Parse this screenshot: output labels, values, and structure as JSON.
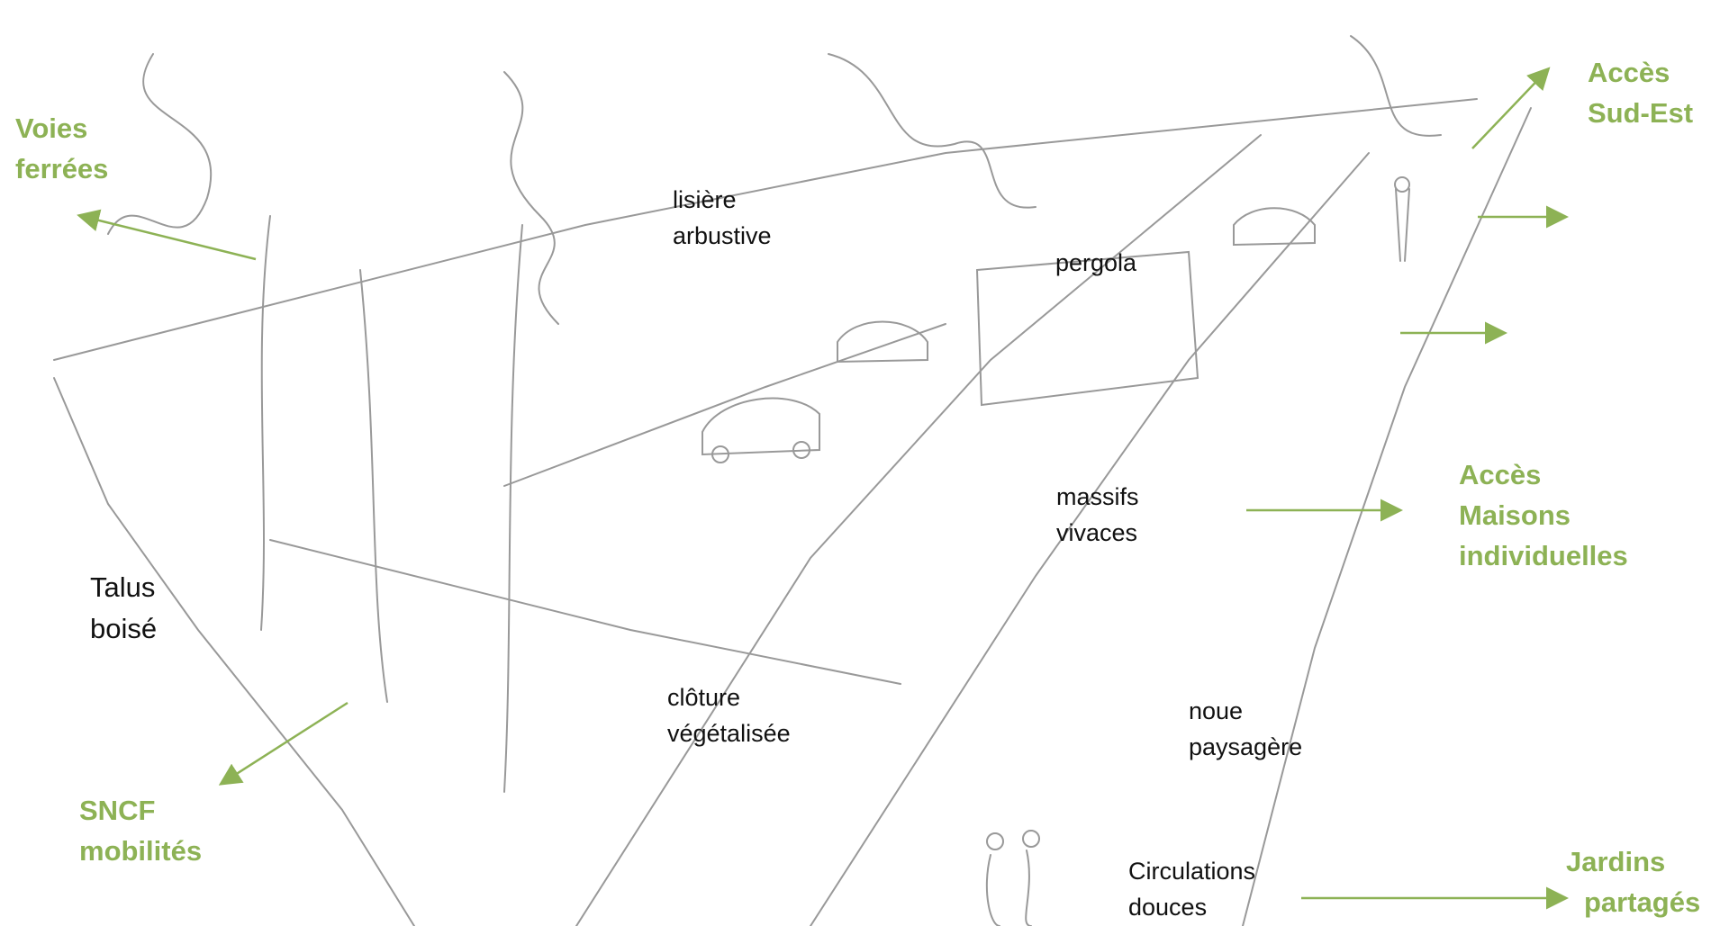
{
  "colors": {
    "accent": "#8db255",
    "text": "#111111",
    "sketch": "#555555"
  },
  "labels": {
    "voies_ferrees": [
      "Voies",
      "ferrées"
    ],
    "lisiere": [
      "lisière",
      "arbustive"
    ],
    "pergola": [
      "pergola"
    ],
    "acces_sud_est": [
      "Accès",
      "Sud-Est"
    ],
    "massifs": [
      "massifs",
      "vivaces"
    ],
    "acces_maisons": [
      "Accès",
      "Maisons",
      "individuelles"
    ],
    "talus": [
      "Talus",
      "boisé"
    ],
    "cloture": [
      "clôture",
      "végétalisée"
    ],
    "noue": [
      "noue",
      "paysagère"
    ],
    "sncf": [
      "SNCF",
      "mobilités"
    ],
    "circulations": [
      "Circulations",
      "douces"
    ],
    "jardins": [
      "Jardins",
      "partagés"
    ]
  }
}
